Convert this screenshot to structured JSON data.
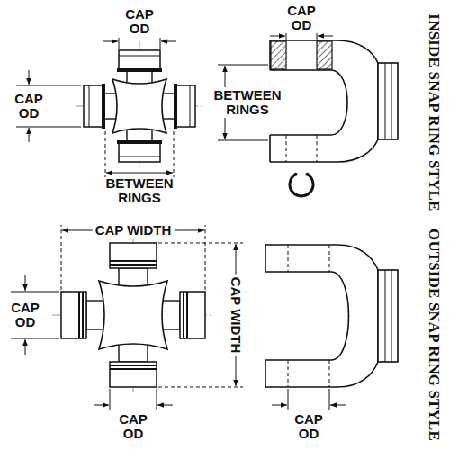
{
  "diagram": {
    "labels": [
      "CAP OD",
      "CAP OD",
      "CAP OD",
      "BETWEEN RINGS",
      "BETWEEN RINGS",
      "INSIDE SNAP RING STYLE",
      "CAP WIDTH",
      "CAP OD",
      "CAP WIDTH",
      "CAP OD",
      "CAP OD",
      "OUTSIDE SNAP RING STYLE"
    ]
  }
}
